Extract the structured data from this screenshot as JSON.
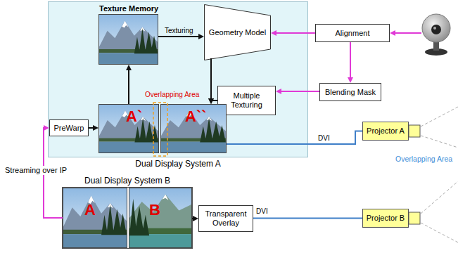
{
  "diagram": {
    "nodes": [
      {
        "text": [
          "Dual Display System A"
        ]
      },
      {
        "text": [
          "Texture Memory"
        ],
        "in": 0
      },
      {
        "text": [
          "Geometry Model"
        ],
        "in": 0
      },
      {
        "text": [
          "Multiple Texturing"
        ],
        "in": 0
      },
      {
        "text": [
          "PreWarp"
        ],
        "in": 0
      },
      {
        "text": [
          "A`"
        ],
        "in": 0
      },
      {
        "text": [
          "A``"
        ],
        "in": 0
      },
      {
        "text": [
          "Alignment"
        ]
      },
      {
        "text": [
          "Blending Mask"
        ]
      },
      {
        "text": [
          "Projector A"
        ]
      },
      {
        "text": [
          "Dual Display System B"
        ]
      },
      {
        "text": [
          "A"
        ],
        "in": 10
      },
      {
        "text": [
          "B"
        ],
        "in": 10
      },
      {
        "text": [
          "Transparent Overlay"
        ]
      },
      {
        "text": [
          "Projector B"
        ]
      }
    ],
    "edges": [
      {
        "from": 1,
        "to": 2,
        "arrow": "to",
        "label": "Texturing"
      },
      {
        "from": 7,
        "to": 2,
        "arrow": "to"
      },
      {
        "from": 7,
        "to": 8,
        "arrow": "to"
      },
      {
        "from": 8,
        "to": 3,
        "arrow": "to"
      },
      {
        "from": 2,
        "to": 6,
        "arrow": "to"
      },
      {
        "from": 3,
        "to": 6,
        "arrow": "to"
      },
      {
        "from": 5,
        "to": 1,
        "arrow": "to"
      },
      {
        "from": 4,
        "to": 5,
        "arrow": "to"
      },
      {
        "from": 6,
        "to": 9,
        "arrow": "none",
        "label": "DVI"
      },
      {
        "from": 11,
        "to": 4,
        "arrow": "to",
        "label": "Streaming over IP"
      },
      {
        "from": 12,
        "to": 13,
        "arrow": "to"
      },
      {
        "from": 13,
        "to": 14,
        "arrow": "none",
        "label": "DVI"
      }
    ],
    "labels": [
      "Overlapping Area",
      "Overlapping Area"
    ]
  }
}
